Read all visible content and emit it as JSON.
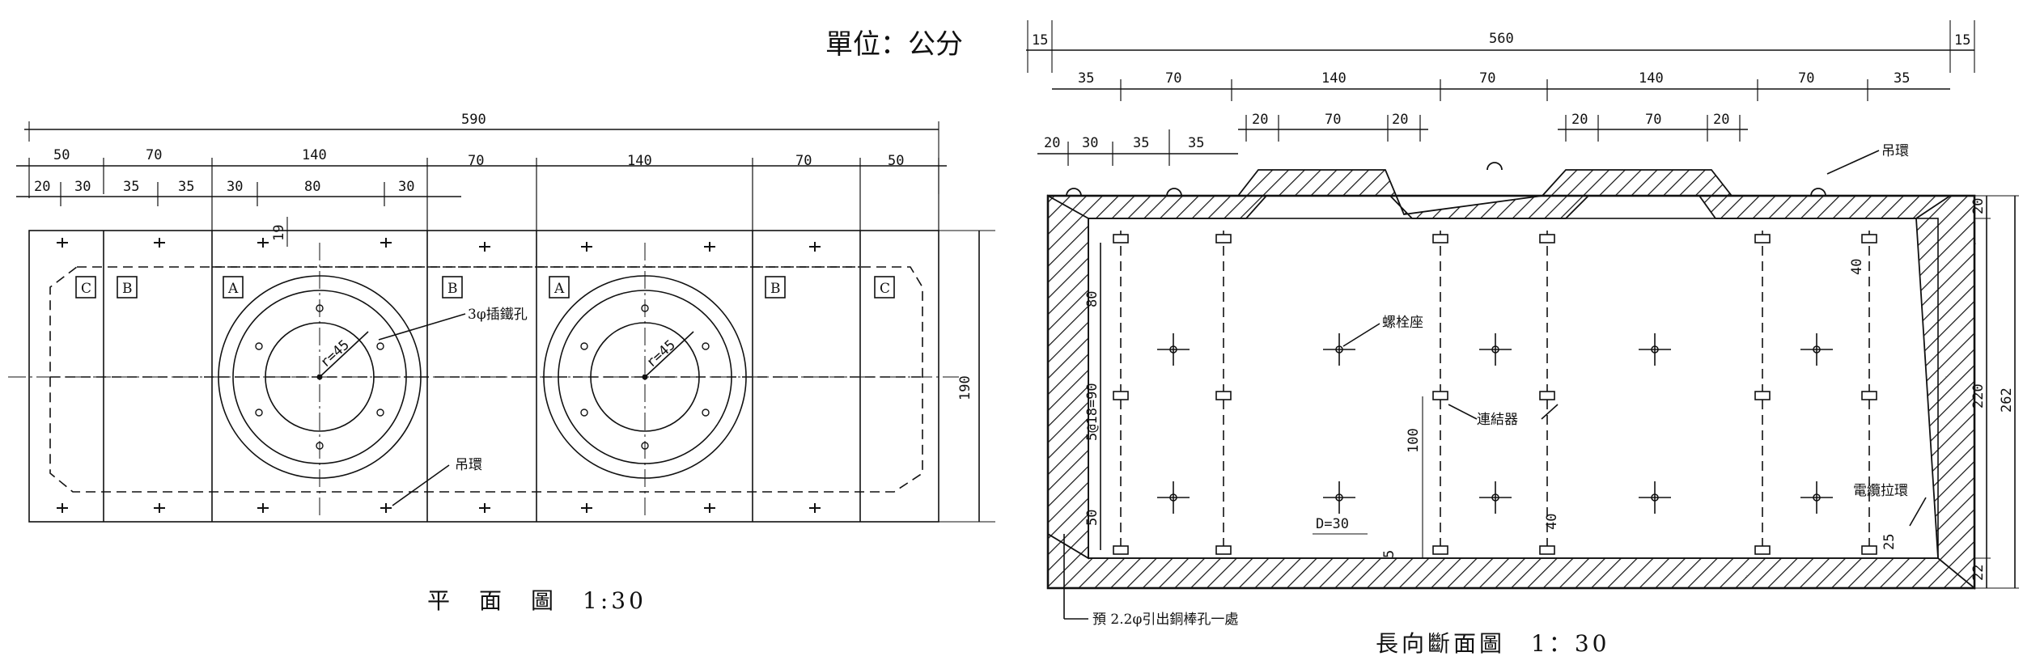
{
  "unit_label": "單位：公分",
  "plan": {
    "title": "平　面　圖　1:30",
    "dim_total": "590",
    "dims_row1": [
      "50",
      "70",
      "140",
      "70",
      "140",
      "70",
      "50"
    ],
    "dims_row2": [
      "20",
      "30",
      "35",
      "35",
      "30",
      "80",
      "30"
    ],
    "dim_depth": "190",
    "dim_small": "19",
    "panel_labels": [
      "C",
      "B",
      "A",
      "B",
      "A",
      "B",
      "C"
    ],
    "radius_label": "r=45",
    "callout_hole": "3φ插鐵孔",
    "callout_ring": "吊環"
  },
  "section": {
    "title": "長向斷面圖　1：30",
    "dim_total": "560",
    "dim_edges": [
      "15",
      "15"
    ],
    "dims_row1": [
      "35",
      "70",
      "140",
      "70",
      "140",
      "70",
      "35"
    ],
    "dims_row2": [
      "20",
      "30",
      "35",
      "35"
    ],
    "dims_openings": [
      "20",
      "70",
      "20",
      "20",
      "70",
      "20"
    ],
    "dims_right": [
      "20",
      "220",
      "262",
      "22",
      "40",
      "25"
    ],
    "dims_left": [
      "80",
      "5@18=90",
      "50"
    ],
    "dims_inner": [
      "100",
      "40",
      "D=30",
      "5"
    ],
    "callout_ring": "吊環",
    "callout_bolt": "螺栓座",
    "callout_connector": "連結器",
    "callout_cable_ring": "電纜拉環",
    "note_bottom": "預 2.2φ引出銅棒孔一處"
  }
}
